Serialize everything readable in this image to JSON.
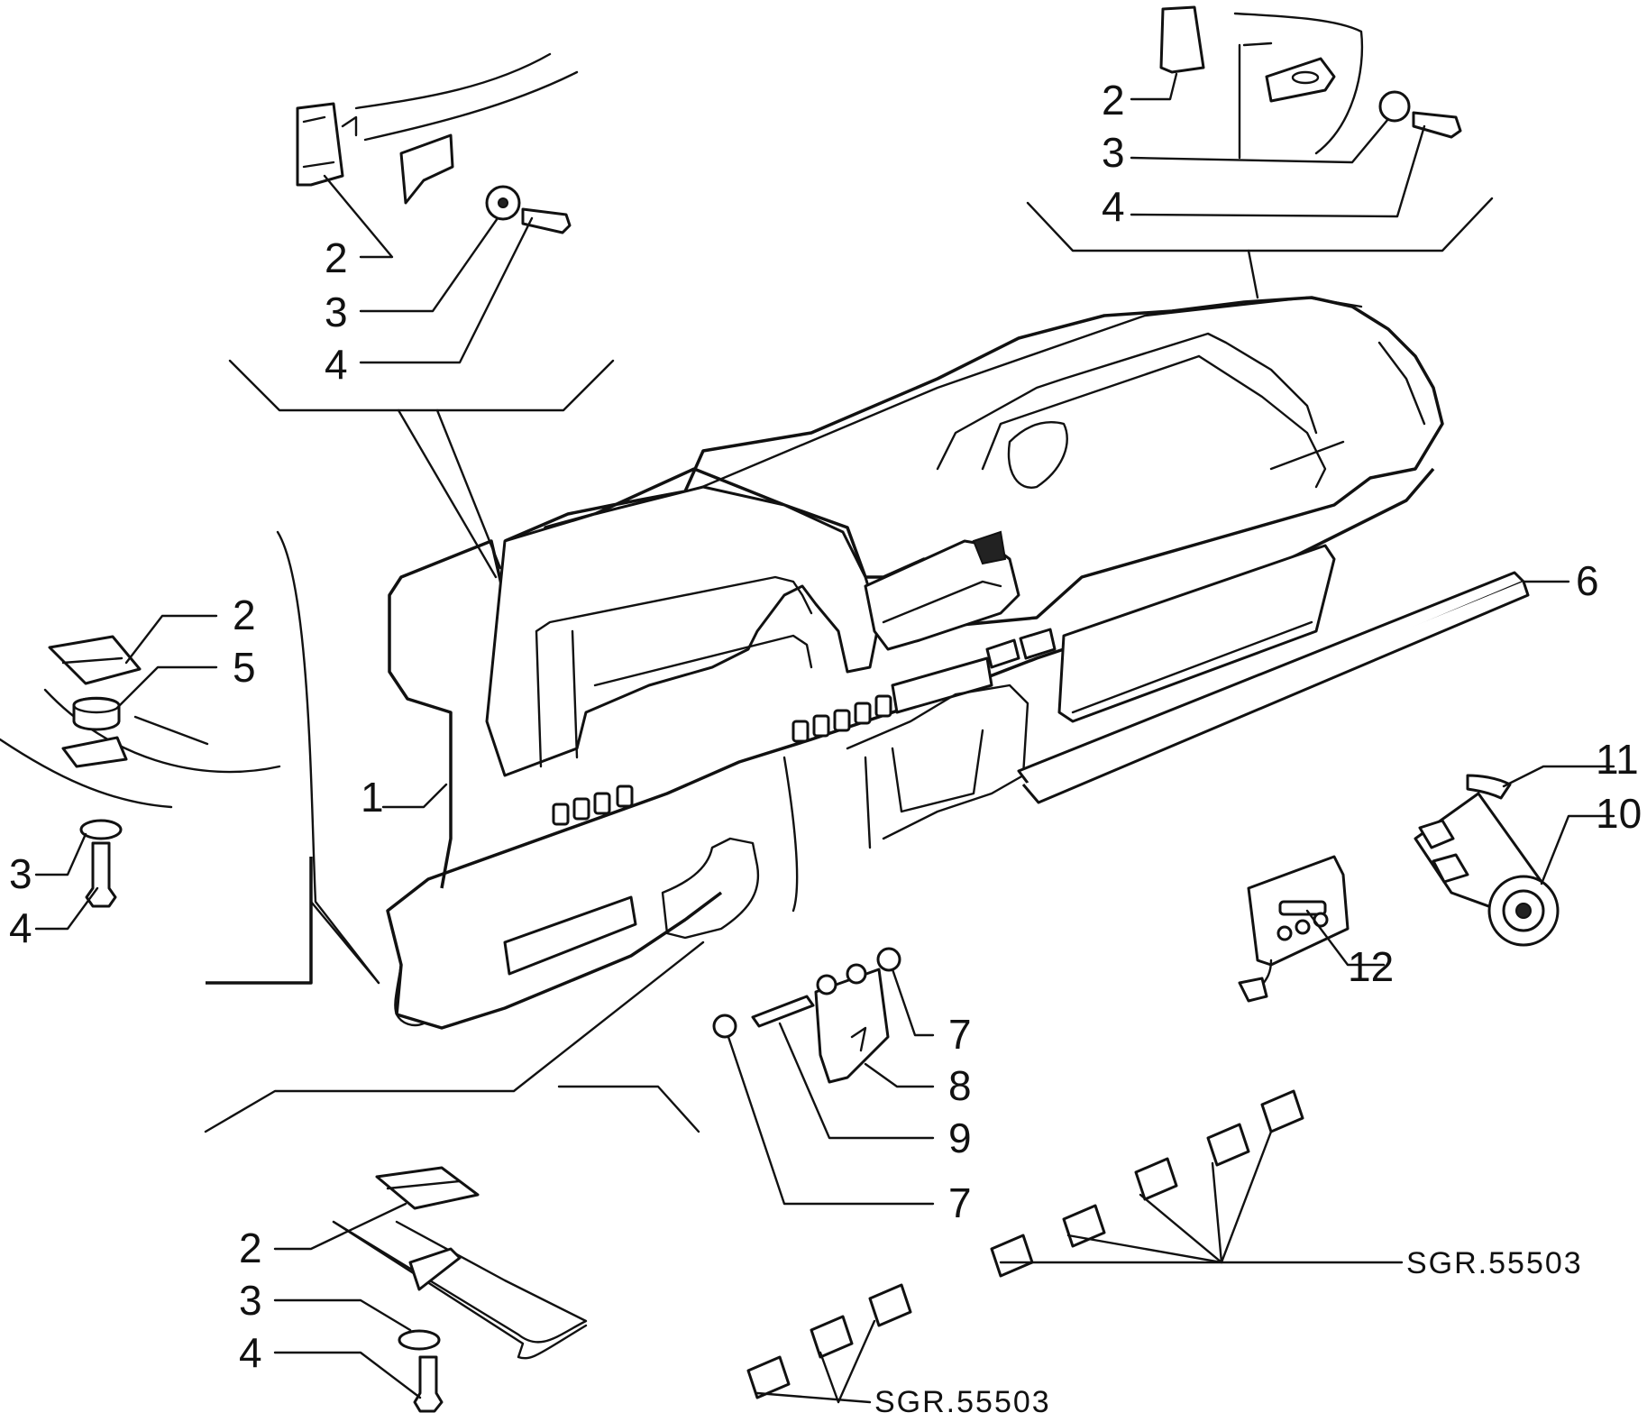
{
  "callouts": {
    "c1": "1",
    "c2": "2",
    "c3": "3",
    "c4": "4",
    "c5": "5",
    "c6": "6",
    "c7": "7",
    "c8": "8",
    "c9": "9",
    "c10": "10",
    "c11": "11",
    "c12": "12"
  },
  "references": {
    "switch_group_right": "SGR.55503",
    "switch_group_bottom": "SGR.55503"
  }
}
